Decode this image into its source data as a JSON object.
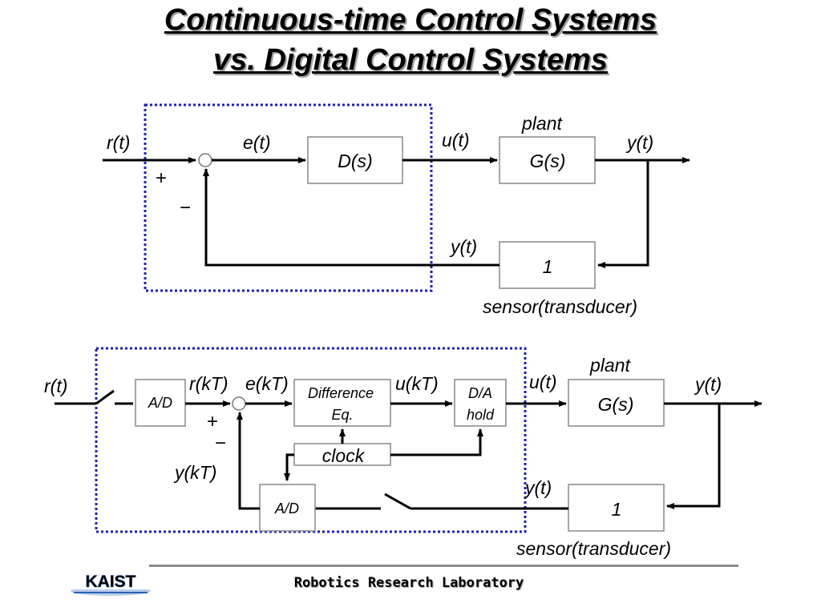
{
  "title": {
    "line1": "Continuous-time Control Systems",
    "line2": " vs. Digital Control Systems"
  },
  "continuous": {
    "r_t": "r(t)",
    "e_t": "e(t)",
    "u_t": "u(t)",
    "y_t_out": "y(t)",
    "y_t_fb": "y(t)",
    "plus": "+",
    "minus": "−",
    "controller": "D(s)",
    "plant_label": "plant",
    "plant": "G(s)",
    "sensor": "1",
    "sensor_label": "sensor(transducer)"
  },
  "digital": {
    "r_t": "r(t)",
    "ad_in": "A/D",
    "r_kT": "r(kT)",
    "e_kT": "e(kT)",
    "diff_eq_line1": "Difference",
    "diff_eq_line2": "Eq.",
    "u_kT": "u(kT)",
    "da_line1": "D/A",
    "da_line2": "hold",
    "u_t": "u(t)",
    "plant_label": "plant",
    "plant": "G(s)",
    "y_t_out": "y(t)",
    "plus": "+",
    "minus": "−",
    "clock": "clock",
    "y_kT": "y(kT)",
    "ad_fb": "A/D",
    "y_t_fb": "y(t)",
    "sensor": "1",
    "sensor_label": "sensor(transducer)"
  },
  "footer": {
    "lab": "Robotics Research Laboratory",
    "logo_text": "KAIST"
  },
  "colors": {
    "dotted_box": "#1f1fb4",
    "line": "#000000",
    "box_border": "#808080",
    "logo_blue": "#2a63b8"
  }
}
